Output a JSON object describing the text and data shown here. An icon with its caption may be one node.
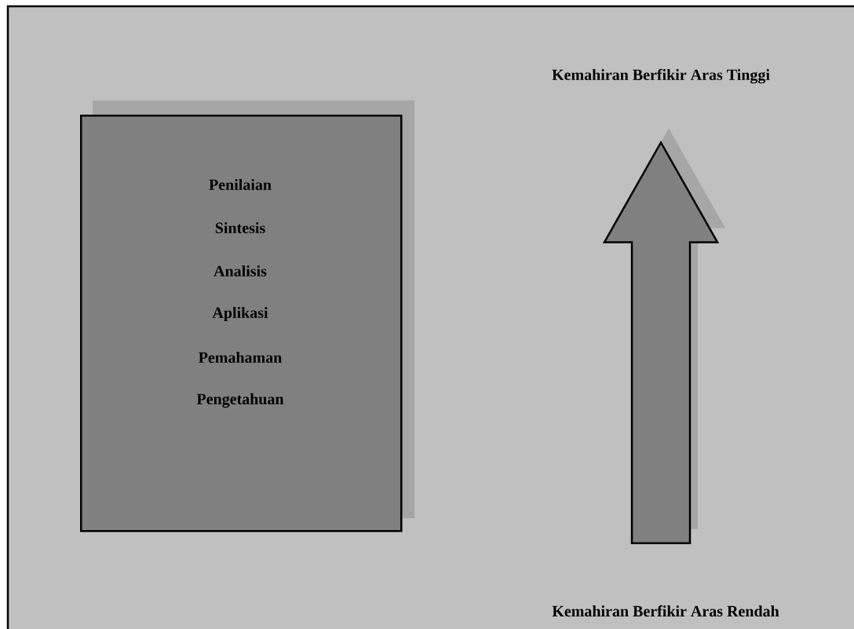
{
  "diagram": {
    "nodes": [
      {
        "text": [
          "Penilaian",
          "Sintesis",
          "Analisis",
          "Aplikasi",
          "Pemahaman",
          "Pengetahuan"
        ]
      },
      {
        "text": [
          "Kemahiran Berfikir Aras Tinggi"
        ]
      },
      {
        "text": [
          "Kemahiran Berfikir Aras Rendah"
        ]
      }
    ],
    "edges": [
      {
        "from": 2,
        "to": 1,
        "arrow": "to",
        "style": "thick"
      }
    ]
  }
}
